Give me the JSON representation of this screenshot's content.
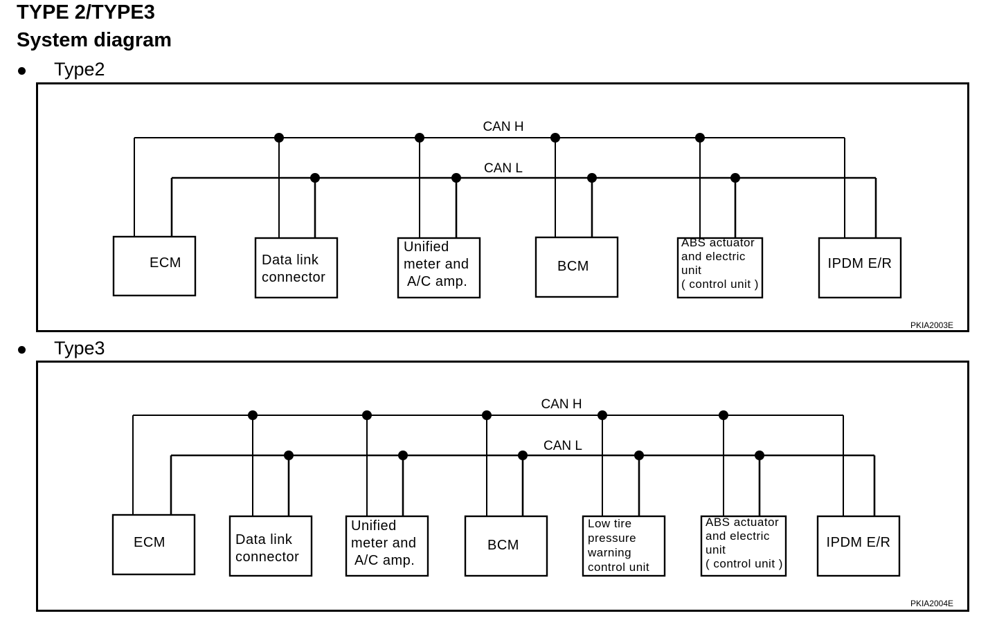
{
  "header": {
    "title": "TYPE 2/TYPE3",
    "subtitle": "System diagram"
  },
  "diagrams": [
    {
      "bullet_label": "Type2",
      "can_h_label": "CAN H",
      "can_l_label": "CAN L",
      "reference": "PKIA2003E",
      "nodes": [
        {
          "id": "ecm",
          "lines": [
            "ECM"
          ]
        },
        {
          "id": "data-link-connector",
          "lines": [
            "Data link",
            "connector"
          ]
        },
        {
          "id": "unified-meter",
          "lines": [
            "Unified",
            "meter and",
            " A/C amp."
          ]
        },
        {
          "id": "bcm",
          "lines": [
            "BCM"
          ]
        },
        {
          "id": "abs-actuator",
          "lines": [
            "ABS actuator",
            "and electric",
            "unit",
            "( control unit )"
          ]
        },
        {
          "id": "ipdm-er",
          "lines": [
            "IPDM E/R"
          ]
        }
      ]
    },
    {
      "bullet_label": "Type3",
      "can_h_label": "CAN H",
      "can_l_label": "CAN L",
      "reference": "PKIA2004E",
      "nodes": [
        {
          "id": "ecm",
          "lines": [
            "ECM"
          ]
        },
        {
          "id": "data-link-connector",
          "lines": [
            "Data link",
            "connector"
          ]
        },
        {
          "id": "unified-meter",
          "lines": [
            "Unified",
            "meter and",
            " A/C amp."
          ]
        },
        {
          "id": "bcm",
          "lines": [
            "BCM"
          ]
        },
        {
          "id": "low-tire-pressure",
          "lines": [
            "Low tire",
            "pressure",
            "warning",
            "control unit"
          ]
        },
        {
          "id": "abs-actuator",
          "lines": [
            "ABS actuator",
            "and electric",
            "unit",
            "( control unit )"
          ]
        },
        {
          "id": "ipdm-er",
          "lines": [
            "IPDM E/R"
          ]
        }
      ]
    }
  ]
}
